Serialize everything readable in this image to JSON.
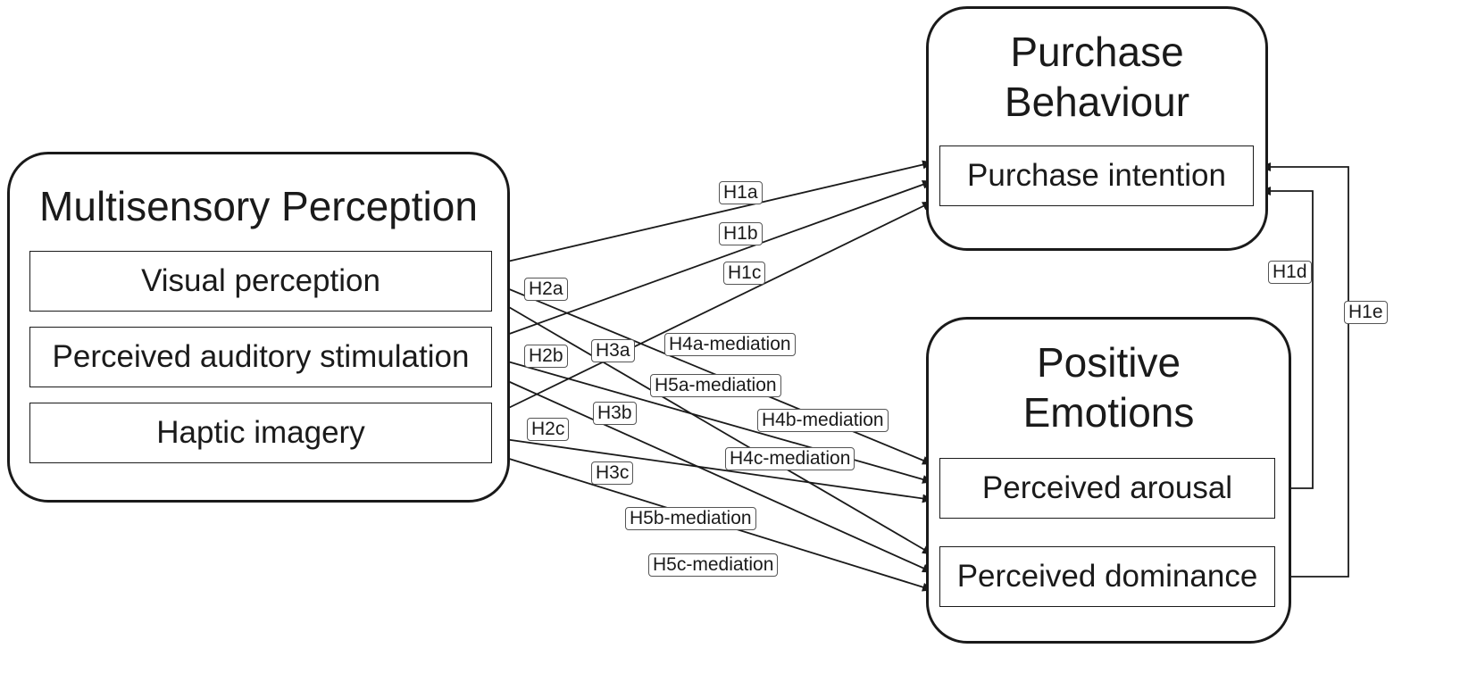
{
  "groups": {
    "multisensory": {
      "title": "Multisensory Perception"
    },
    "purchase": {
      "title_line1": "Purchase",
      "title_line2": "Behaviour"
    },
    "emotions": {
      "title_line1": "Positive",
      "title_line2": "Emotions"
    }
  },
  "nodes": {
    "visual": "Visual perception",
    "auditory": "Perceived auditory stimulation",
    "haptic": "Haptic imagery",
    "intention": "Purchase intention",
    "arousal": "Perceived arousal",
    "dominance": "Perceived dominance"
  },
  "edges": [
    {
      "id": "h1a",
      "label": "H1a",
      "from": "visual",
      "to": "intention"
    },
    {
      "id": "h1b",
      "label": "H1b",
      "from": "auditory",
      "to": "intention"
    },
    {
      "id": "h1c",
      "label": "H1c",
      "from": "haptic",
      "to": "intention"
    },
    {
      "id": "h1d",
      "label": "H1d",
      "from": "arousal",
      "to": "intention"
    },
    {
      "id": "h1e",
      "label": "H1e",
      "from": "dominance",
      "to": "intention"
    },
    {
      "id": "h2a",
      "label": "H2a",
      "from": "visual",
      "to": "arousal"
    },
    {
      "id": "h2b",
      "label": "H2b",
      "from": "auditory",
      "to": "arousal"
    },
    {
      "id": "h2c",
      "label": "H2c",
      "from": "haptic",
      "to": "arousal"
    },
    {
      "id": "h3a",
      "label": "H3a",
      "from": "visual",
      "to": "dominance"
    },
    {
      "id": "h3b",
      "label": "H3b",
      "from": "auditory",
      "to": "dominance"
    },
    {
      "id": "h3c",
      "label": "H3c",
      "from": "haptic",
      "to": "dominance"
    }
  ],
  "mediation_labels": {
    "h4a": "H4a-mediation",
    "h4b": "H4b-mediation",
    "h4c": "H4c-mediation",
    "h5a": "H5a-mediation",
    "h5b": "H5b-mediation",
    "h5c": "H5c-mediation"
  }
}
